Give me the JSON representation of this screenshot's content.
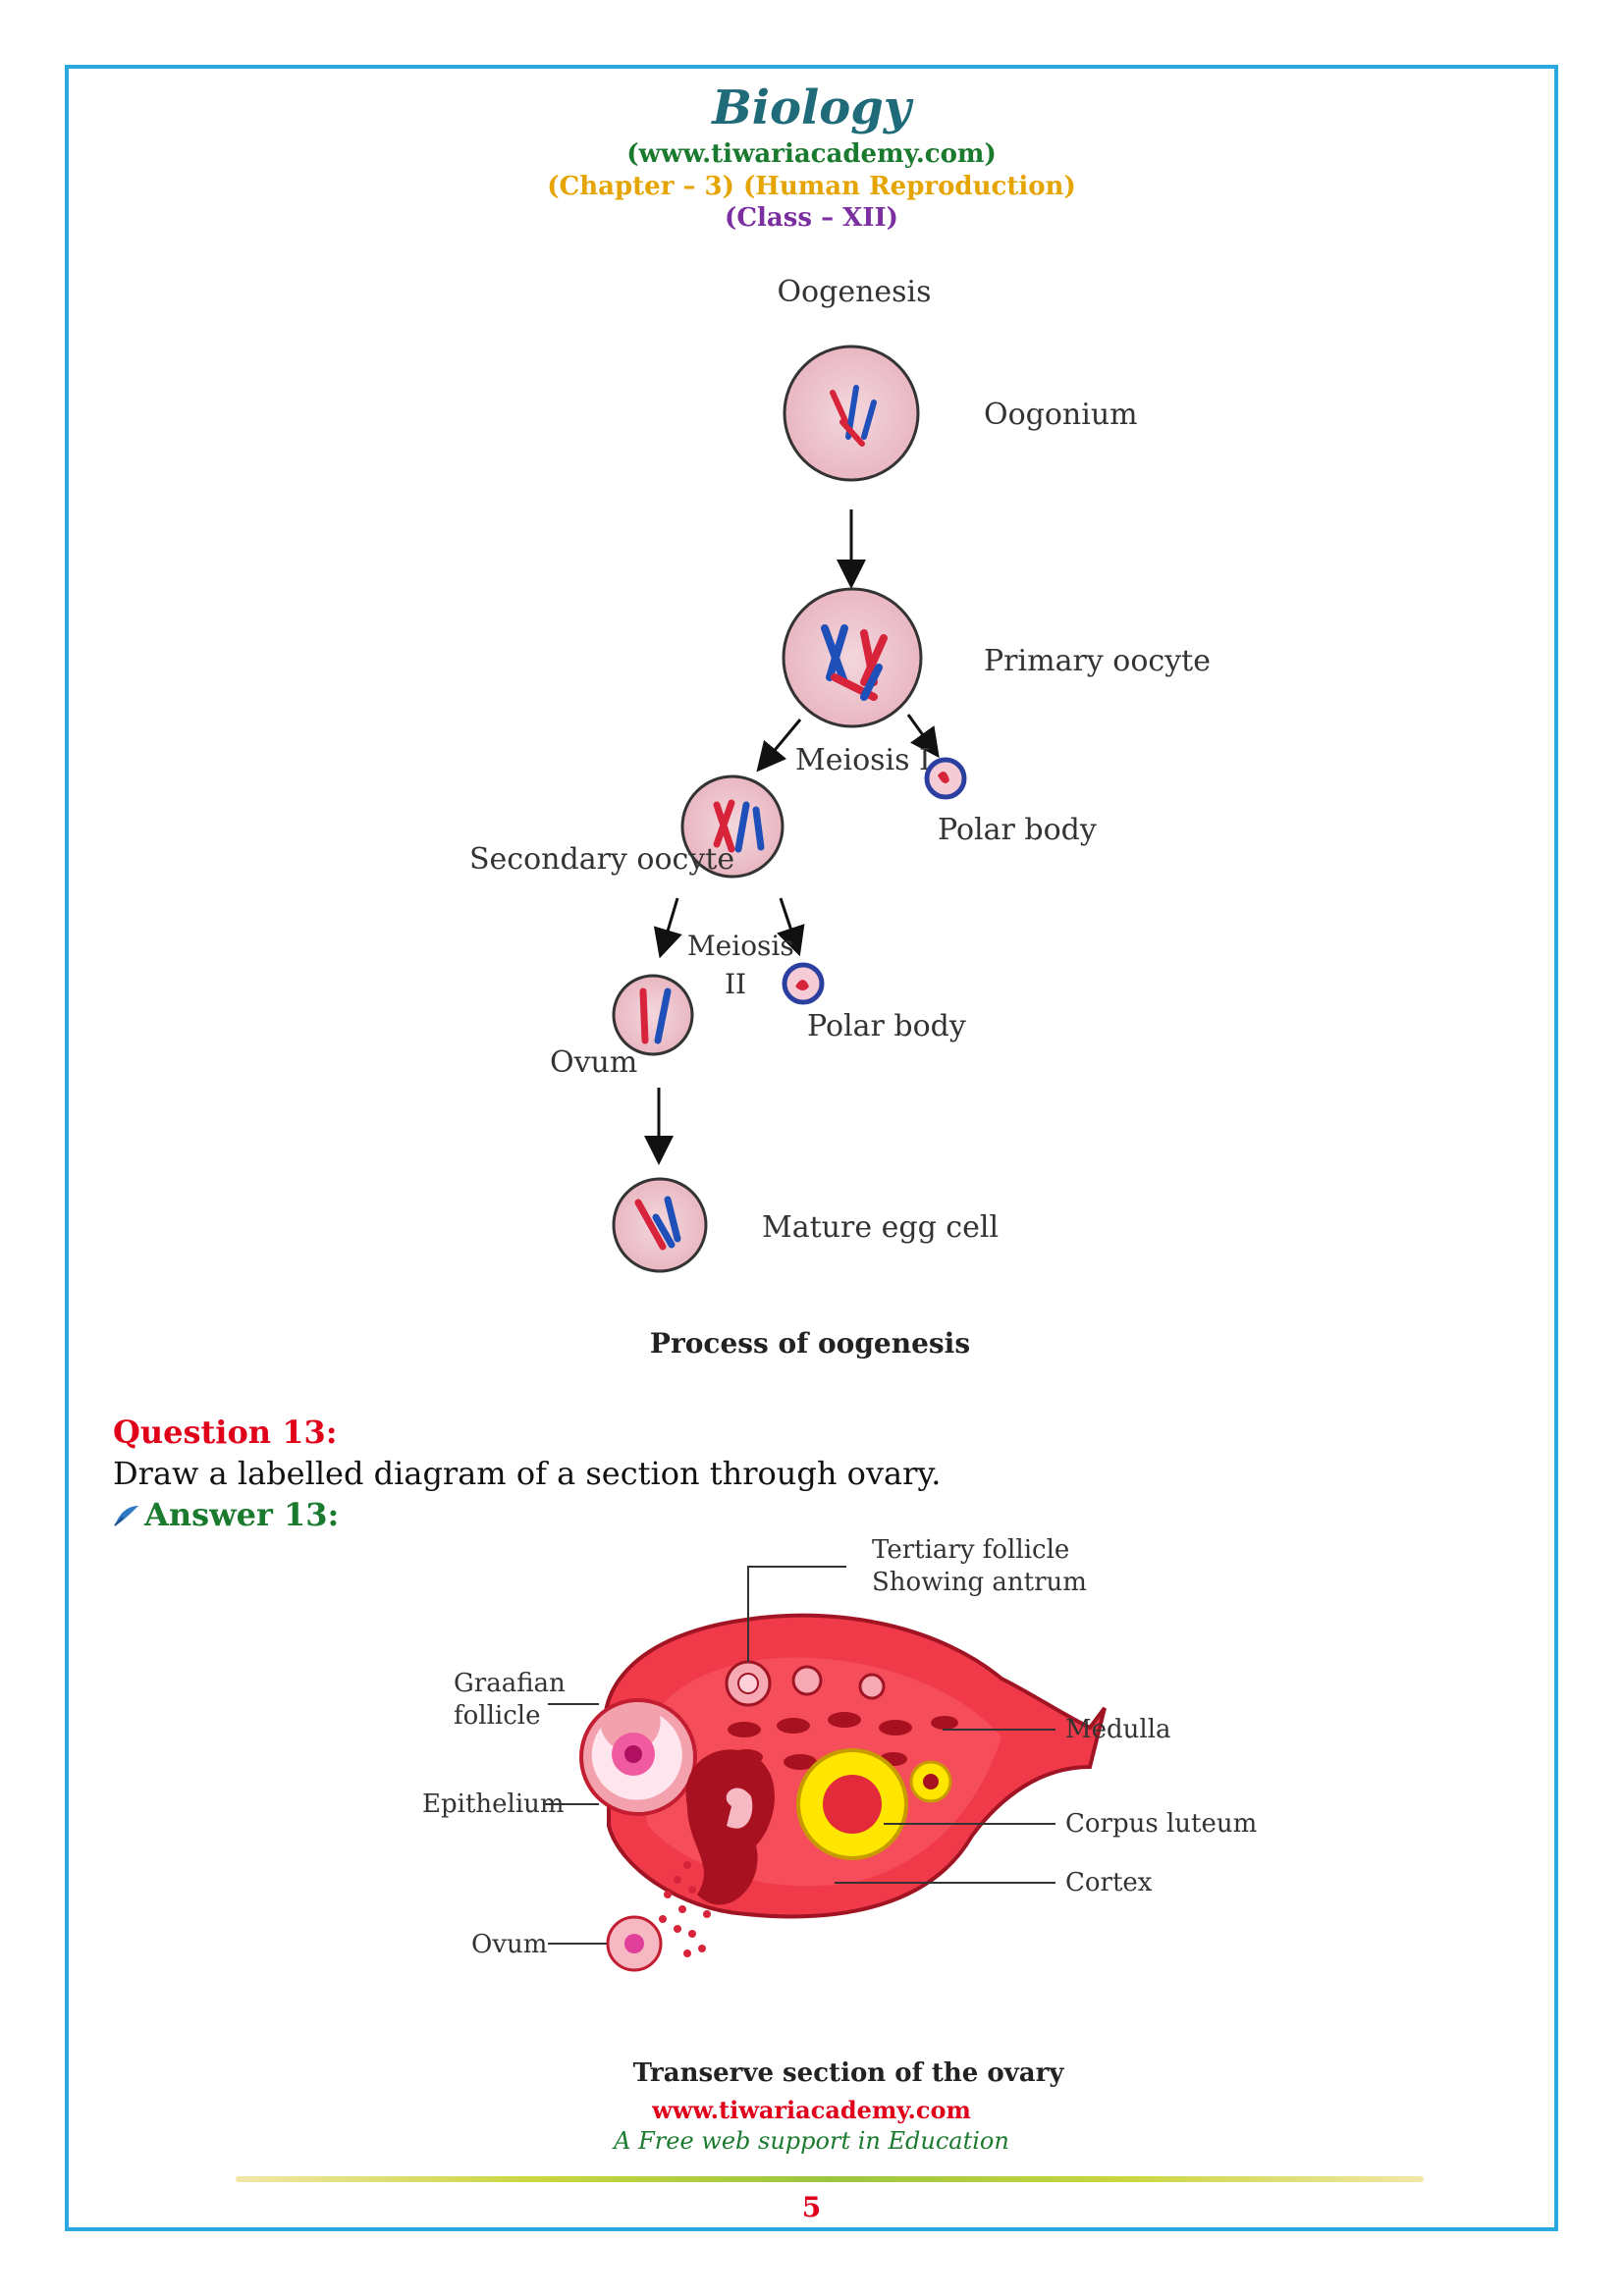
{
  "header": {
    "title": "Biology",
    "site": "(www.tiwariacademy.com)",
    "chapter": "(Chapter – 3) (Human Reproduction)",
    "class": "(Class – XII)"
  },
  "oogenesis": {
    "heading": "Oogenesis",
    "labels": {
      "oogonium": "Oogonium",
      "primary_oocyte": "Primary oocyte",
      "meiosis_1": "Meiosis I",
      "polar_body_1": "Polar body",
      "secondary_oocyte": "Secondary oocyte",
      "meiosis_2a": "Meiosis",
      "meiosis_2b": "II",
      "polar_body_2": "Polar body",
      "ovum": "Ovum",
      "mature_egg": "Mature egg cell"
    },
    "caption": "Process of oogenesis"
  },
  "question": {
    "label": "Question 13:",
    "text": "Draw a labelled diagram of a section through ovary.",
    "answer_label": "Answer 13:"
  },
  "ovary": {
    "labels": {
      "tertiary_1": "Tertiary follicle",
      "tertiary_2": "Showing antrum",
      "graafian_1": "Graafian",
      "graafian_2": "follicle",
      "epithelium": "Epithelium",
      "ovum": "Ovum",
      "medulla": "Medulla",
      "corpus_luteum": "Corpus luteum",
      "cortex": "Cortex"
    },
    "caption": "Transerve section of the ovary"
  },
  "footer": {
    "site": "www.tiwariacademy.com",
    "tagline": "A Free web support in Education",
    "page": "5"
  },
  "colors": {
    "border": "#29a9df",
    "title": "#1f6b7a",
    "question": "#e0001a",
    "answer": "#1a7a2e"
  }
}
